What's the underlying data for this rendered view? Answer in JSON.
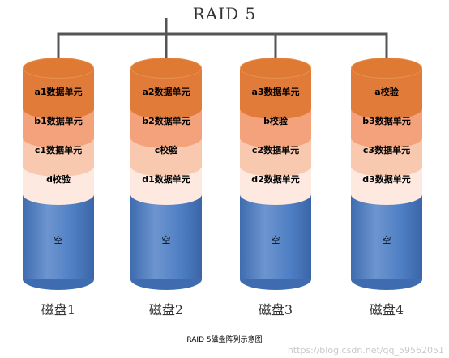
{
  "title": "RAID 5",
  "caption": "RAID 5磁盘阵列示意图",
  "watermark": "https://blog.csdn.net/qq_59562051",
  "colors": {
    "connector": "#555555",
    "band_1": "#e07b39",
    "band_2": "#f4a27c",
    "band_3": "#f8c9ae",
    "band_4": "#fde9df",
    "empty_top": "#6d95cf",
    "empty_body": "#4f7fc4",
    "empty_bottom": "#3f6cb0"
  },
  "disks": [
    {
      "label": "磁盘1",
      "segments": [
        "a1数据单元",
        "b1数据单元",
        "c1数据单元",
        "d校验"
      ],
      "empty_label": "空"
    },
    {
      "label": "磁盘2",
      "segments": [
        "a2数据单元",
        "b2数据单元",
        "c校验",
        "d1数据单元"
      ],
      "empty_label": "空"
    },
    {
      "label": "磁盘3",
      "segments": [
        "a3数据单元",
        "b校验",
        "c2数据单元",
        "d2数据单元"
      ],
      "empty_label": "空"
    },
    {
      "label": "磁盘4",
      "segments": [
        "a校验",
        "b3数据单元",
        "c3数据单元",
        "d3数据单元"
      ],
      "empty_label": "空"
    }
  ]
}
